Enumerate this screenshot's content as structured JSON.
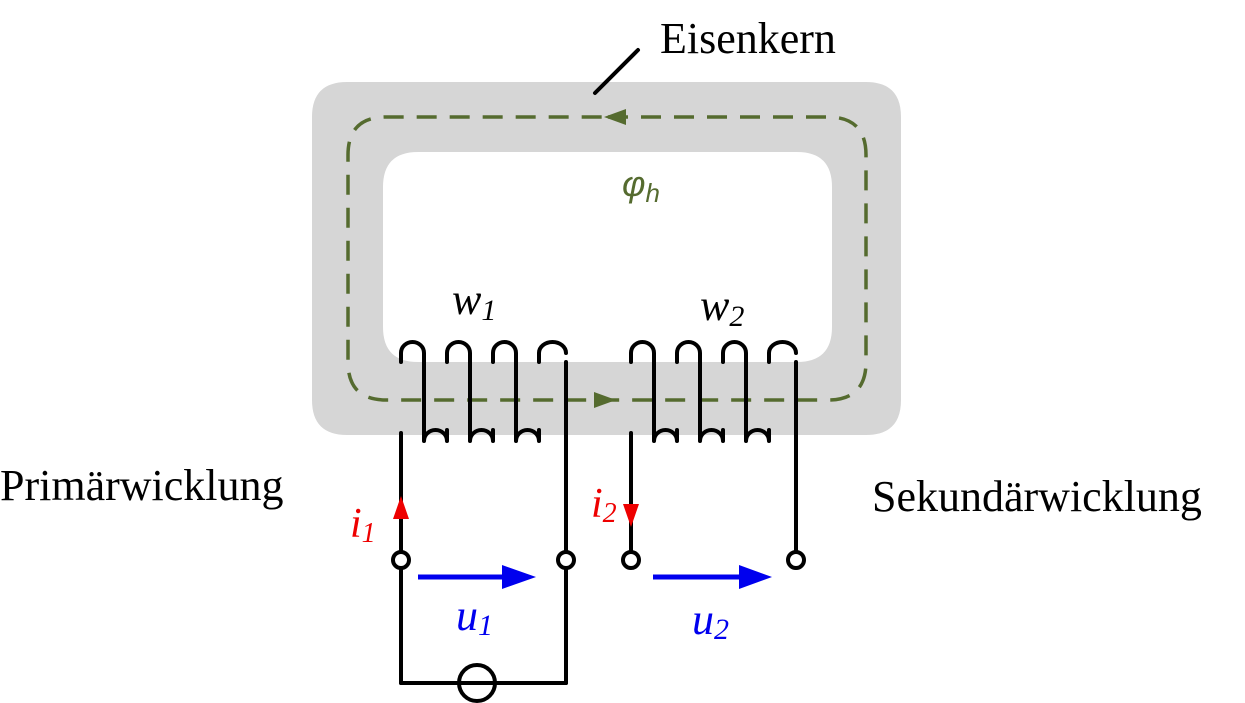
{
  "title": "Transformator mit Eisenkern",
  "colors": {
    "core": "#d6d6d6",
    "flux": "#556b2f",
    "current": "#ee0000",
    "voltage": "#0000ee",
    "wire": "#000000"
  },
  "labels": {
    "core": "Eisenkern",
    "primary_winding": "Primärwicklung",
    "secondary_winding": "Sekundärwicklung",
    "flux_symbol": "φ",
    "flux_subscript": "h",
    "w1_symbol": "w",
    "w1_subscript": "1",
    "w2_symbol": "w",
    "w2_subscript": "2",
    "i1_symbol": "i",
    "i1_subscript": "1",
    "i2_symbol": "i",
    "i2_subscript": "2",
    "u1_symbol": "u",
    "u1_subscript": "1",
    "u2_symbol": "u",
    "u2_subscript": "2"
  },
  "windings": {
    "primary_turns": 4,
    "secondary_turns": 4
  }
}
